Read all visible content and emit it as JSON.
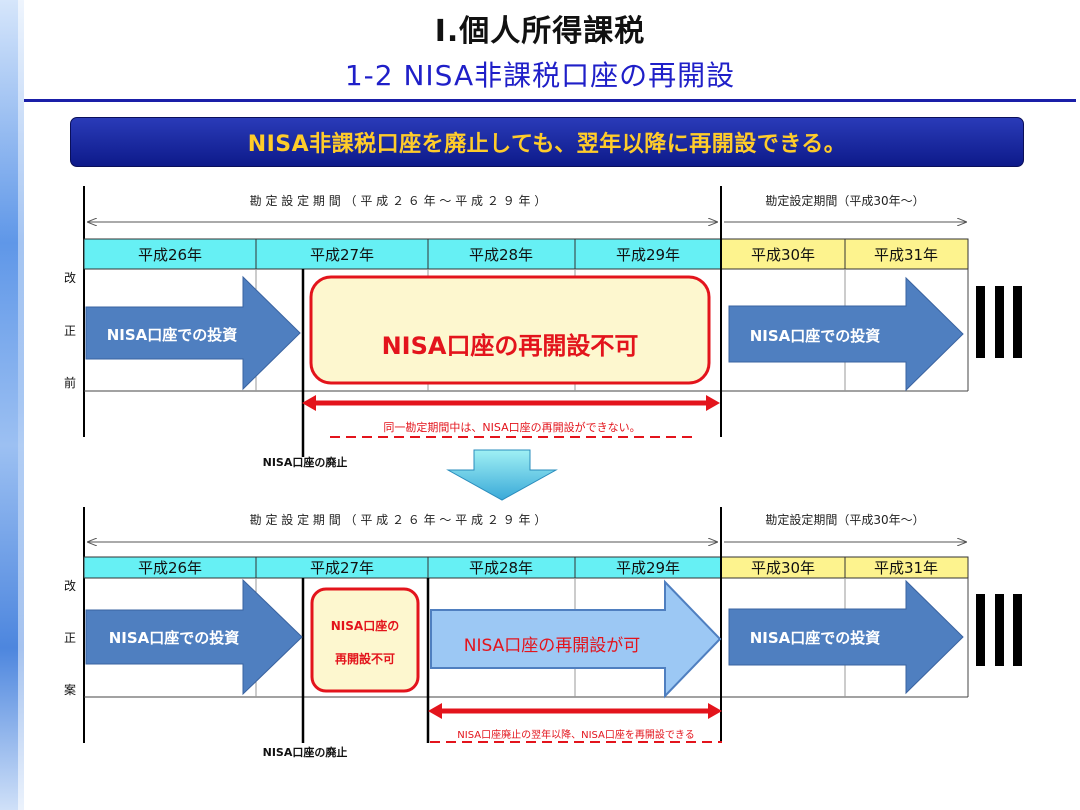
{
  "title": {
    "line1": "Ⅰ.個人所得課税",
    "line2": "1-2  NISA非課税口座の再開設"
  },
  "banner": "NISA非課税口座を廃止しても、翌年以降に再開設できる。",
  "colors": {
    "title_blue": "#1f1fc8",
    "banner_bg": "#14229a",
    "banner_text": "#ffcc2a",
    "year_cyan": "#66f0f4",
    "year_yellow": "#fdf38e",
    "arrow_blue": "#4f7fc0",
    "arrow_light": "#9cc8f4",
    "red": "#e3141c",
    "cream": "#fdf7cf"
  },
  "periods": {
    "label_1": "勘 定 設 定 期 間 （ 平 成 ２ ６ 年 ～ 平 成 ２ ９ 年 ）",
    "label_2": "勘定設定期間（平成30年～）"
  },
  "years": [
    "平成26年",
    "平成27年",
    "平成28年",
    "平成29年",
    "平成30年",
    "平成31年"
  ],
  "before": {
    "row_label": [
      "改",
      "正",
      "前"
    ],
    "arrow_left": "NISA口座での投資",
    "box": "NISA口座の再開設不可",
    "arrow_right": "NISA口座での投資",
    "note": "同一勘定期間中は、NISA口座の再開設ができない。",
    "abolish": "NISA口座の廃止"
  },
  "after": {
    "row_label": [
      "改",
      "正",
      "案"
    ],
    "arrow_left": "NISA口座での投資",
    "box_line1": "NISA口座の",
    "box_line2": "再開設不可",
    "arrow_middle": "NISA口座の再開設が可",
    "arrow_right": "NISA口座での投資",
    "note": "NISA口座廃止の翌年以降、NISA口座を再開設できる",
    "abolish": "NISA口座の廃止"
  }
}
